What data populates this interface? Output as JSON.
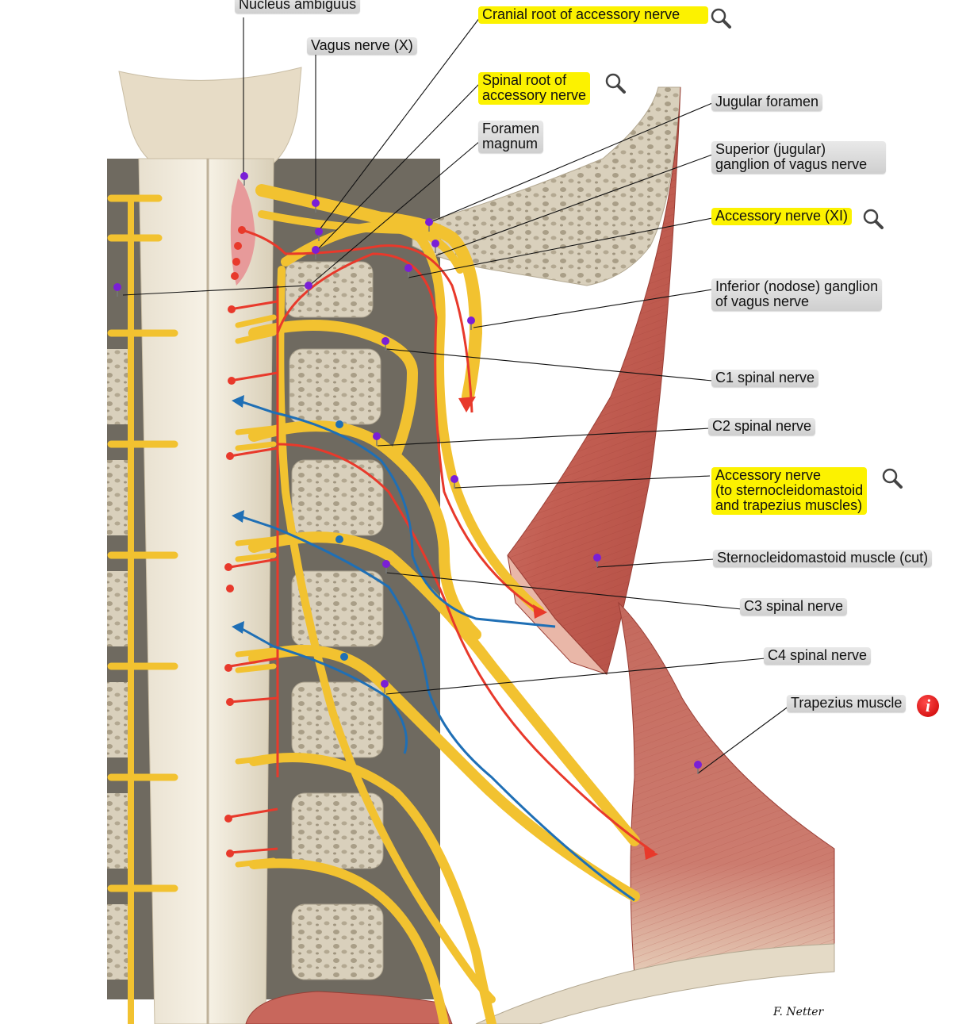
{
  "labels": {
    "nucleus_ambiguus": "Nucleus ambiguus",
    "vagus_nerve": "Vagus nerve (X)",
    "cranial_root": "Cranial root of accessory nerve",
    "spinal_root_1": "Spinal root of",
    "spinal_root_2": "accessory nerve",
    "foramen_1": "Foramen",
    "foramen_2": "magnum",
    "jugular_foramen": "Jugular foramen",
    "superior_ganglion_1": "Superior (jugular)",
    "superior_ganglion_2": "ganglion of vagus nerve",
    "accessory_xi": "Accessory nerve (XI)",
    "inferior_ganglion_1": "Inferior (nodose) ganglion",
    "inferior_ganglion_2": "of vagus nerve",
    "c1": "C1 spinal nerve",
    "c2": "C2 spinal nerve",
    "accessory_muscles_1": "Accessory nerve",
    "accessory_muscles_2": "(to sternocleidomastoid",
    "accessory_muscles_3": "and trapezius muscles)",
    "scm_cut": "Sternocleidomastoid muscle (cut)",
    "c3": "C3 spinal nerve",
    "c4": "C4 spinal nerve",
    "trapezius": "Trapezius muscle"
  },
  "icons": {
    "magnifier": "magnifier-icon",
    "info": "info-icon",
    "info_glyph": "i"
  },
  "signature": "F. Netter",
  "colors": {
    "highlight": "#fcf200",
    "label_bg": "#d9d9d9",
    "pin": "#7a1fd6",
    "nerve": "#f2c230",
    "motor": "#e8392b",
    "sensory": "#1f6fb5",
    "muscle": "#c8675c",
    "bone": "#d8cdb6"
  }
}
